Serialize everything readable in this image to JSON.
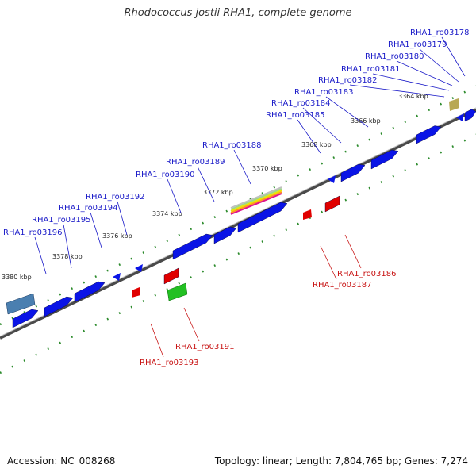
{
  "title": "Rhodococcus jostii RHA1, complete genome",
  "footer": {
    "accession": "Accession: NC_008268",
    "summary": "Topology: linear; Length: 7,804,765 bp; Genes: 7,274"
  },
  "colors": {
    "forward_gene": "#0a14e6",
    "reverse_gene": "#e00000",
    "label_forward": "#1a1ac8",
    "label_reverse": "#c81414",
    "backbone": "#777777",
    "tick": "#2a8a2a"
  },
  "ruler": [
    {
      "label": "3364 kbp"
    },
    {
      "label": "3366 kbp"
    },
    {
      "label": "3368 kbp"
    },
    {
      "label": "3370 kbp"
    },
    {
      "label": "3372 kbp"
    },
    {
      "label": "3374 kbp"
    },
    {
      "label": "3376 kbp"
    },
    {
      "label": "3378 kbp"
    },
    {
      "label": "3380 kbp"
    }
  ],
  "forward_labels": [
    "RHA1_ro03178",
    "RHA1_ro03179",
    "RHA1_ro03180",
    "RHA1_ro03181",
    "RHA1_ro03182",
    "RHA1_ro03183",
    "RHA1_ro03184",
    "RHA1_ro03185",
    "RHA1_ro03188",
    "RHA1_ro03189",
    "RHA1_ro03190",
    "RHA1_ro03192",
    "RHA1_ro03194",
    "RHA1_ro03195",
    "RHA1_ro03196"
  ],
  "reverse_labels": [
    "RHA1_ro03186",
    "RHA1_ro03187",
    "RHA1_ro03191",
    "RHA1_ro03193"
  ]
}
